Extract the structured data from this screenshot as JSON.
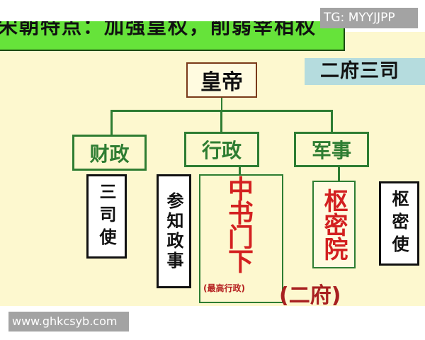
{
  "watermark_top": "TG: MYYJJPP",
  "watermark_bottom": "www.ghkcsyb.com",
  "banner": "宋朝特点：加强皇权，削弱宰相权",
  "label_top_right": "二府三司",
  "root": "皇帝",
  "branches": [
    {
      "label": "财政",
      "children": [
        "三司使"
      ]
    },
    {
      "label": "行政",
      "children": [
        "参知政事",
        "中书门下"
      ]
    },
    {
      "label": "军事",
      "children": [
        "枢密院",
        "枢密使"
      ]
    }
  ],
  "note_zhongshu": "(最高行政)",
  "note_erfu": "(二府)",
  "colors": {
    "banner": "#66e33a",
    "background": "#fdf8cf",
    "branch": "#2e7d32",
    "highlight": "#d32020",
    "label_bg": "#b5dcde"
  }
}
